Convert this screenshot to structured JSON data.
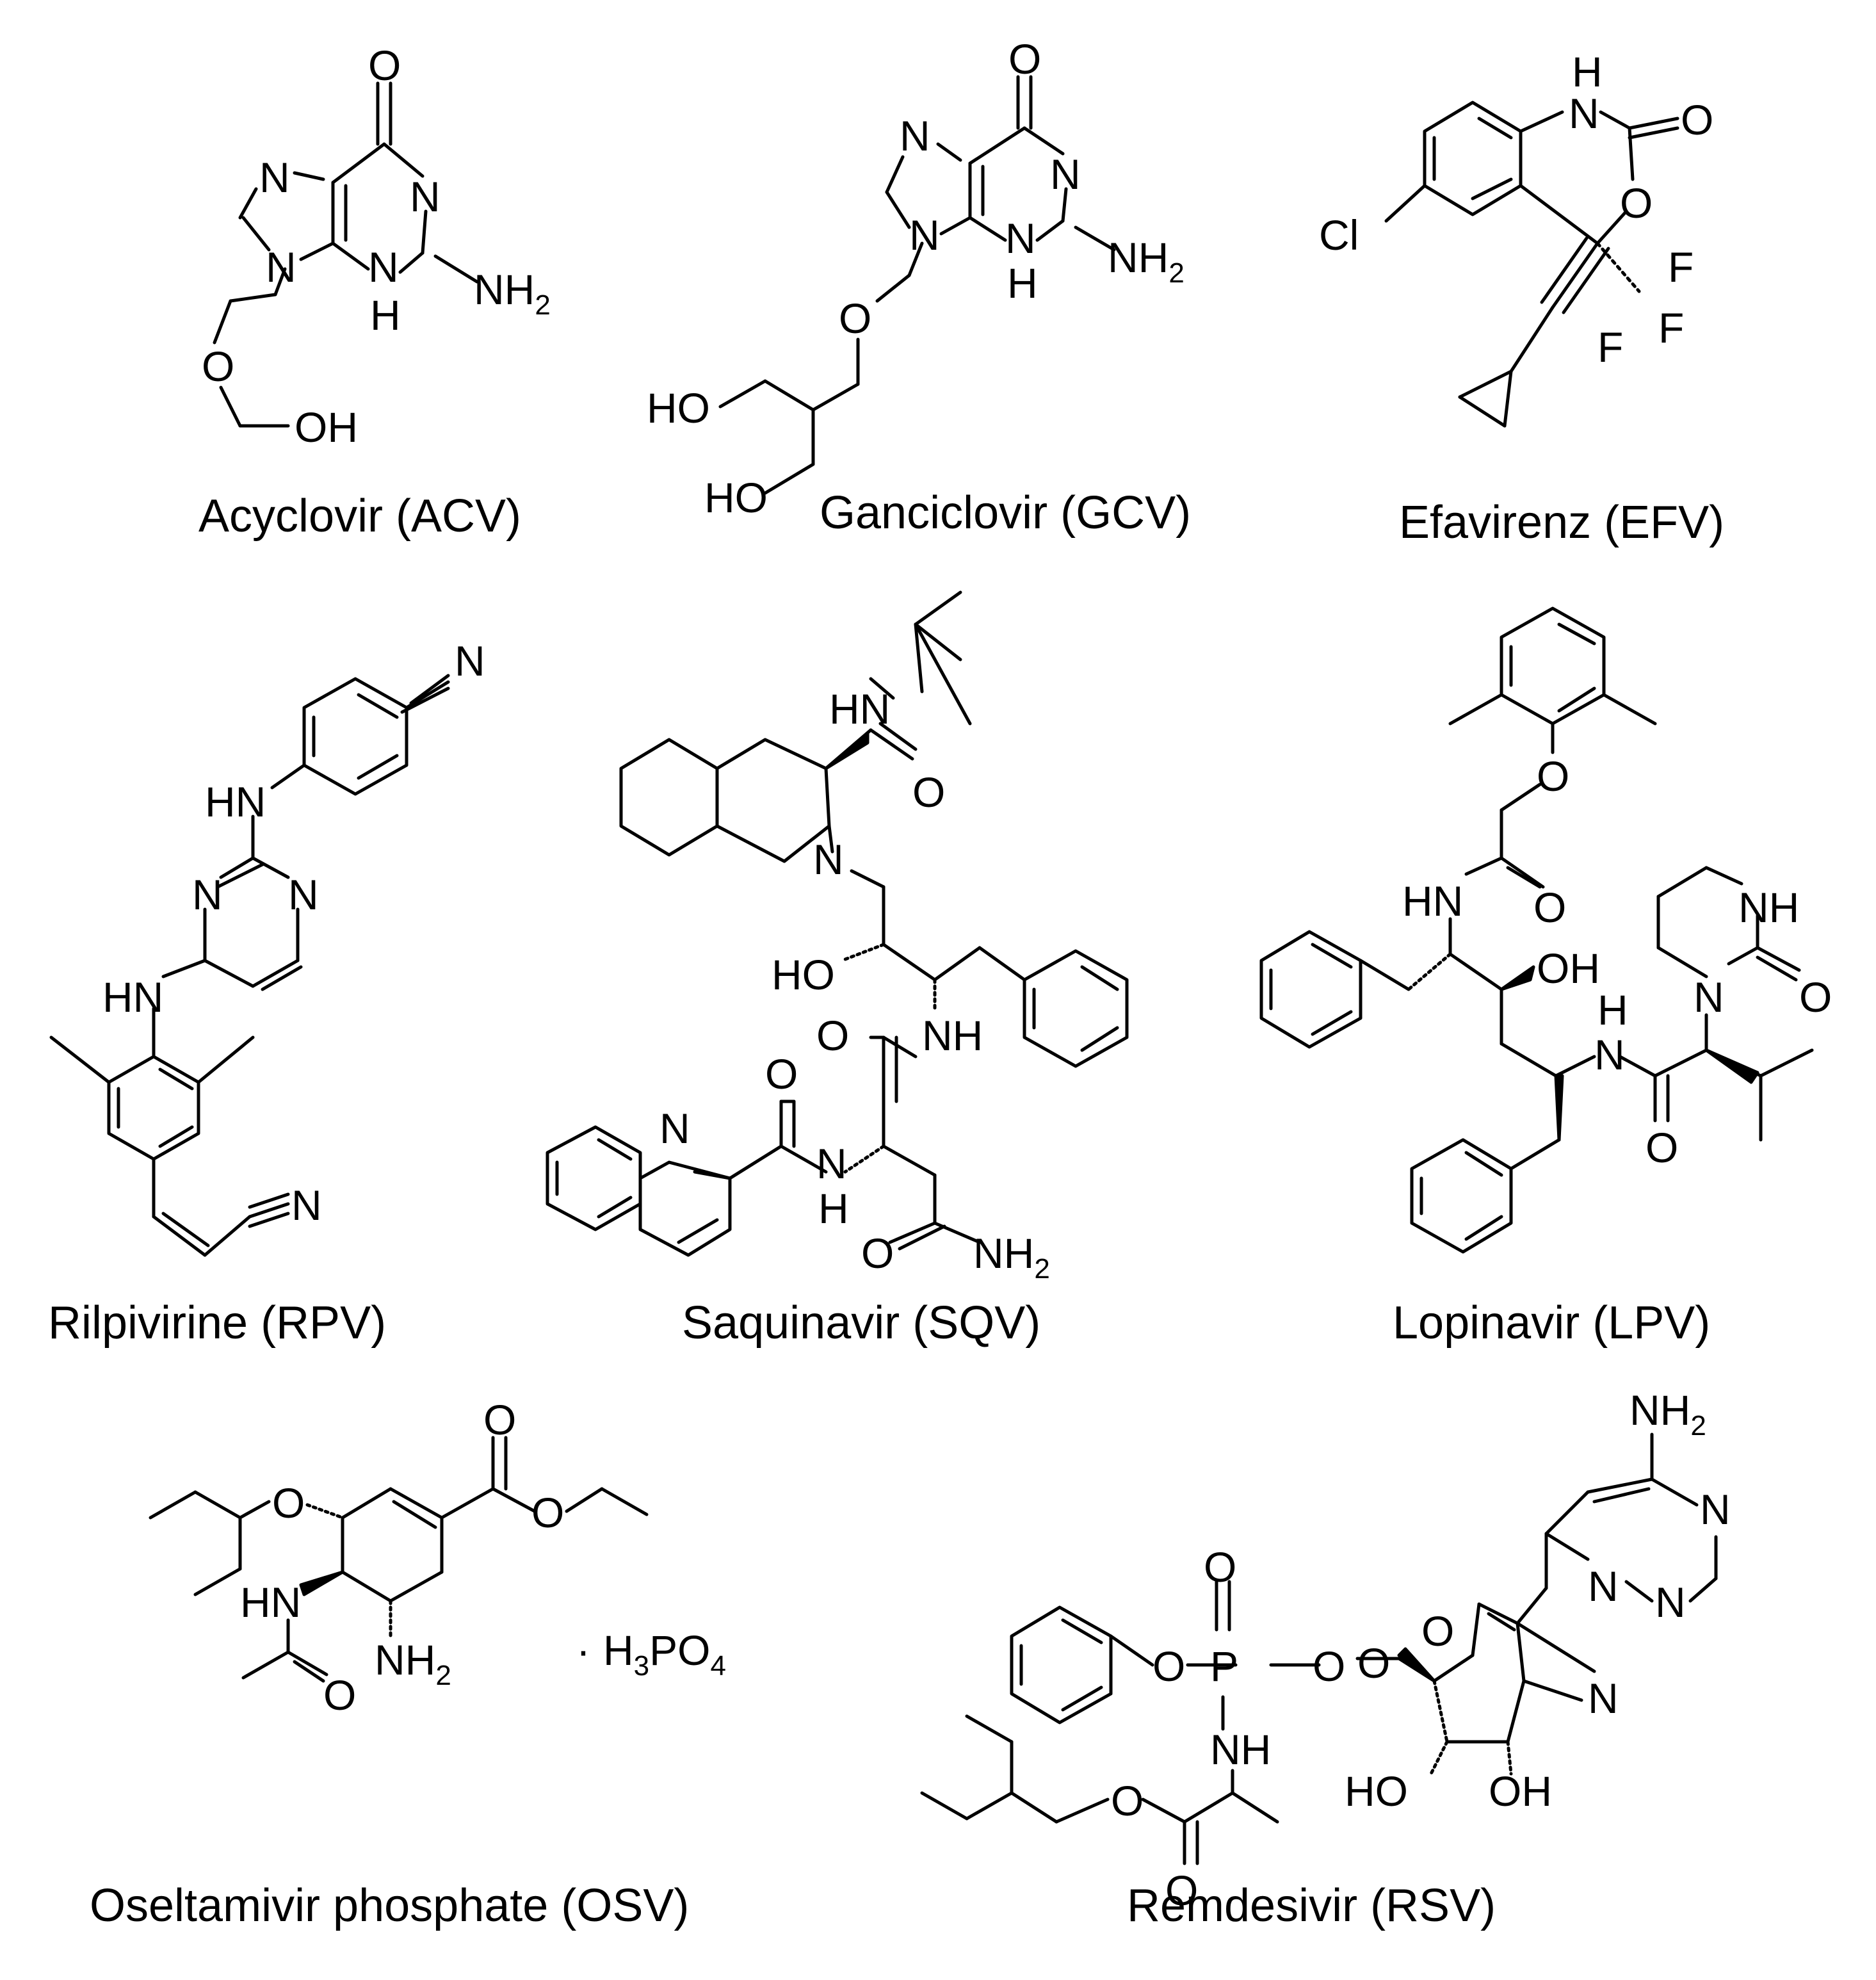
{
  "compounds": [
    {
      "id": "acv",
      "caption": "Acyclovir (ACV)",
      "atoms": [
        "O",
        "N",
        "N",
        "N",
        "H",
        "NH",
        "2",
        "O",
        "OH"
      ]
    },
    {
      "id": "gcv",
      "caption": "Ganciclovir (GCV)",
      "atoms": [
        "O",
        "N",
        "N",
        "N",
        "H",
        "NH",
        "2",
        "O",
        "HO",
        "HO"
      ]
    },
    {
      "id": "efv",
      "caption": "Efavirenz (EFV)",
      "atoms": [
        "H",
        "N",
        "O",
        "O",
        "Cl",
        "F",
        "F",
        "F"
      ]
    },
    {
      "id": "rpv",
      "caption": "Rilpivirine (RPV)",
      "atoms": [
        "N",
        "HN",
        "N",
        "N",
        "HN",
        "N"
      ]
    },
    {
      "id": "sqv",
      "caption": "Saquinavir (SQV)",
      "atoms": [
        "HN",
        "O",
        "N",
        "HO",
        "O",
        "NH",
        "O",
        "N",
        "N",
        "H",
        "O",
        "NH",
        "2"
      ]
    },
    {
      "id": "lpv",
      "caption": "Lopinavir (LPV)",
      "atoms": [
        "O",
        "HN",
        "O",
        "NH",
        "OH",
        "N",
        "O",
        "H",
        "N",
        "O"
      ]
    },
    {
      "id": "osv",
      "caption": "Oseltamivir phosphate (OSV)",
      "atoms": [
        "O",
        "O",
        "O",
        "HN",
        "O",
        "NH",
        "2"
      ],
      "salt": {
        "dot": "·",
        "h": "H",
        "h_sub": "3",
        "po": "PO",
        "po_sub": "4"
      }
    },
    {
      "id": "rsv",
      "caption": "Remdesivir (RSV)",
      "atoms": [
        "NH",
        "2",
        "N",
        "N",
        "N",
        "O",
        "O",
        "P",
        "O",
        "O",
        "NH",
        "O",
        "N",
        "HO",
        "OH",
        "O",
        "O"
      ]
    }
  ]
}
